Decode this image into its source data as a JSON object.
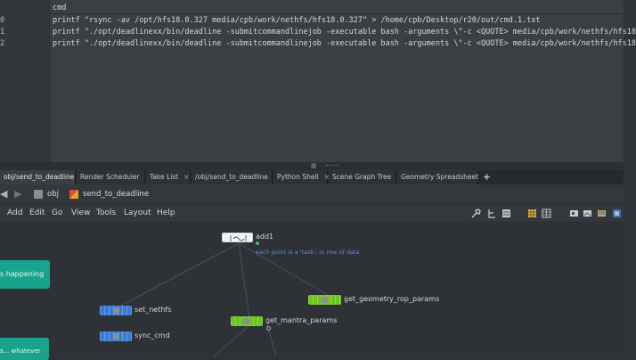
{
  "spreadsheet": {
    "column_header": "cmd",
    "rows": [
      {
        "num": "0",
        "text": "printf \"rsync -av /opt/hfs18.0.327 media/cpb/work/nethfs/hfs18.0.327\" > /home/cpb/Desktop/r20/out/cmd.1.txt"
      },
      {
        "num": "1",
        "text": "printf \"./opt/deadlinexx/bin/deadline -submitcommandlinejob -executable bash -arguments \\\"-c <QUOTE> media/cpb/work/nethfs/hfs18"
      },
      {
        "num": "2",
        "text": "printf \"./opt/deadlinexx/bin/deadline -submitcommandlinejob -executable bash -arguments \\\"-c <QUOTE> media/cpb/work/nethfs/hfs18"
      }
    ]
  },
  "tabs": [
    {
      "label": "obj/send_to_deadline",
      "active": true
    },
    {
      "label": "Render Scheduler"
    },
    {
      "label": "Take List"
    },
    {
      "label": "/obj/send_to_deadline"
    },
    {
      "label": "Python Shell"
    },
    {
      "label": "Scene Graph Tree"
    },
    {
      "label": "Geometry Spreadsheet"
    }
  ],
  "tab_add": "+",
  "pathbar": {
    "back": "◀",
    "forward": "▶",
    "obj": "obj",
    "node": "send_to_deadline"
  },
  "menus": [
    "Add",
    "Edit",
    "Go",
    "View",
    "Tools",
    "Layout",
    "Help"
  ],
  "toolbar_icons": [
    "wrench-icon",
    "tree-icon",
    "list-icon",
    "grid-icon",
    "table-icon",
    "image-icon",
    "image-icon",
    "photo-icon",
    "help-icon"
  ],
  "nodes": {
    "add1": {
      "label": "add1",
      "comment": "each point is a 'task', or row of data"
    },
    "set_nethfs": {
      "label": "set_nethfs"
    },
    "sync_cmd": {
      "label": "sync_cmd"
    },
    "get_mantra_params": {
      "label": "get_mantra_params"
    },
    "get_geometry_rop_params": {
      "label": "get_geometry_rop_params"
    }
  },
  "stickies": {
    "top": "s happening",
    "bottom": "s... whatever"
  },
  "colors": {
    "blue_node": "#3a7bd5",
    "green_node": "#6dc41f",
    "sticky": "#1aa38c",
    "comment": "#5d8fd6"
  }
}
